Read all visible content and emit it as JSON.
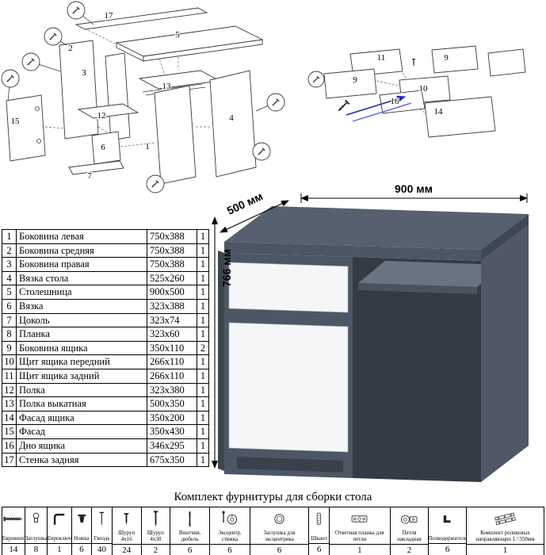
{
  "diagram_main": {
    "labels": [
      "17",
      "5",
      "2",
      "3",
      "13",
      "12",
      "15",
      "6",
      "1",
      "7",
      "4"
    ]
  },
  "diagram_drawer": {
    "labels": [
      "11",
      "9",
      "9",
      "10",
      "16",
      "14"
    ]
  },
  "desk": {
    "width_label": "900 мм",
    "depth_label": "500 мм",
    "height_label": "766 мм",
    "body_color": "#57606e",
    "front_color": "#4d5664",
    "panel_white": "#f5f6f7"
  },
  "parts_table": {
    "rows": [
      {
        "num": "1",
        "name": "Боковина левая",
        "size": "750x388",
        "qty": "1"
      },
      {
        "num": "2",
        "name": "Боковина средняя",
        "size": "750x388",
        "qty": "1"
      },
      {
        "num": "3",
        "name": "Боковина правая",
        "size": "750x388",
        "qty": "1"
      },
      {
        "num": "4",
        "name": "Вязка стола",
        "size": "525x260",
        "qty": "1"
      },
      {
        "num": "5",
        "name": "Столешница",
        "size": "900x500",
        "qty": "1"
      },
      {
        "num": "6",
        "name": "Вязка",
        "size": "323x388",
        "qty": "1"
      },
      {
        "num": "7",
        "name": "Цоколь",
        "size": "323x74",
        "qty": "1"
      },
      {
        "num": "8",
        "name": "Планка",
        "size": "323x60",
        "qty": "1"
      },
      {
        "num": "9",
        "name": "Боковина ящика",
        "size": "350x110",
        "qty": "2"
      },
      {
        "num": "10",
        "name": "Щит ящика передний",
        "size": "266x110",
        "qty": "1"
      },
      {
        "num": "11",
        "name": "Щит ящика задний",
        "size": "266x110",
        "qty": "1"
      },
      {
        "num": "12",
        "name": "Полка",
        "size": "323x380",
        "qty": "1"
      },
      {
        "num": "13",
        "name": "Полка выкатная",
        "size": "500x350",
        "qty": "1"
      },
      {
        "num": "14",
        "name": "Фасад ящика",
        "size": "350x200",
        "qty": "1"
      },
      {
        "num": "15",
        "name": "Фасад",
        "size": "350x430",
        "qty": "1"
      },
      {
        "num": "16",
        "name": "Дно ящика",
        "size": "346x295",
        "qty": "1"
      },
      {
        "num": "17",
        "name": "Стенка задняя",
        "size": "675x350",
        "qty": "1"
      }
    ]
  },
  "hardware": {
    "title": "Комплект фурнитуры для сборки стола",
    "items": [
      {
        "label": "Евровинт",
        "qty": "14",
        "icon": "euroscrew"
      },
      {
        "label": "Заглушка",
        "qty": "8",
        "icon": "plug"
      },
      {
        "label": "Евроключ",
        "qty": "1",
        "icon": "hexkey"
      },
      {
        "label": "Ножка",
        "qty": "6",
        "icon": "leg"
      },
      {
        "label": "Гвоздь",
        "qty": "40",
        "icon": "nail"
      },
      {
        "label": "Шуруп 4x16",
        "qty": "24",
        "icon": "screw16"
      },
      {
        "label": "Шуруп 4x30",
        "qty": "2",
        "icon": "screw30"
      },
      {
        "label": "Винтчив. дюбель",
        "qty": "6",
        "icon": "dowelscrew"
      },
      {
        "label": "Эксцентр. стяжка",
        "qty": "6",
        "icon": "cam"
      },
      {
        "label": "Заглушка для эксцентрика",
        "qty": "6",
        "icon": "camplug"
      },
      {
        "label": "Шкант",
        "qty": "6",
        "icon": "shkant"
      },
      {
        "label": "Ответная планка для петли",
        "qty": "1",
        "icon": "hingeplate"
      },
      {
        "label": "Петля накладная",
        "qty": "2",
        "icon": "hinge"
      },
      {
        "label": "Полкодержатель",
        "qty": "6",
        "icon": "shelfpin"
      },
      {
        "label": "Комплект роликовых направляющих L=350мм",
        "qty": "1",
        "icon": "rails"
      }
    ]
  }
}
